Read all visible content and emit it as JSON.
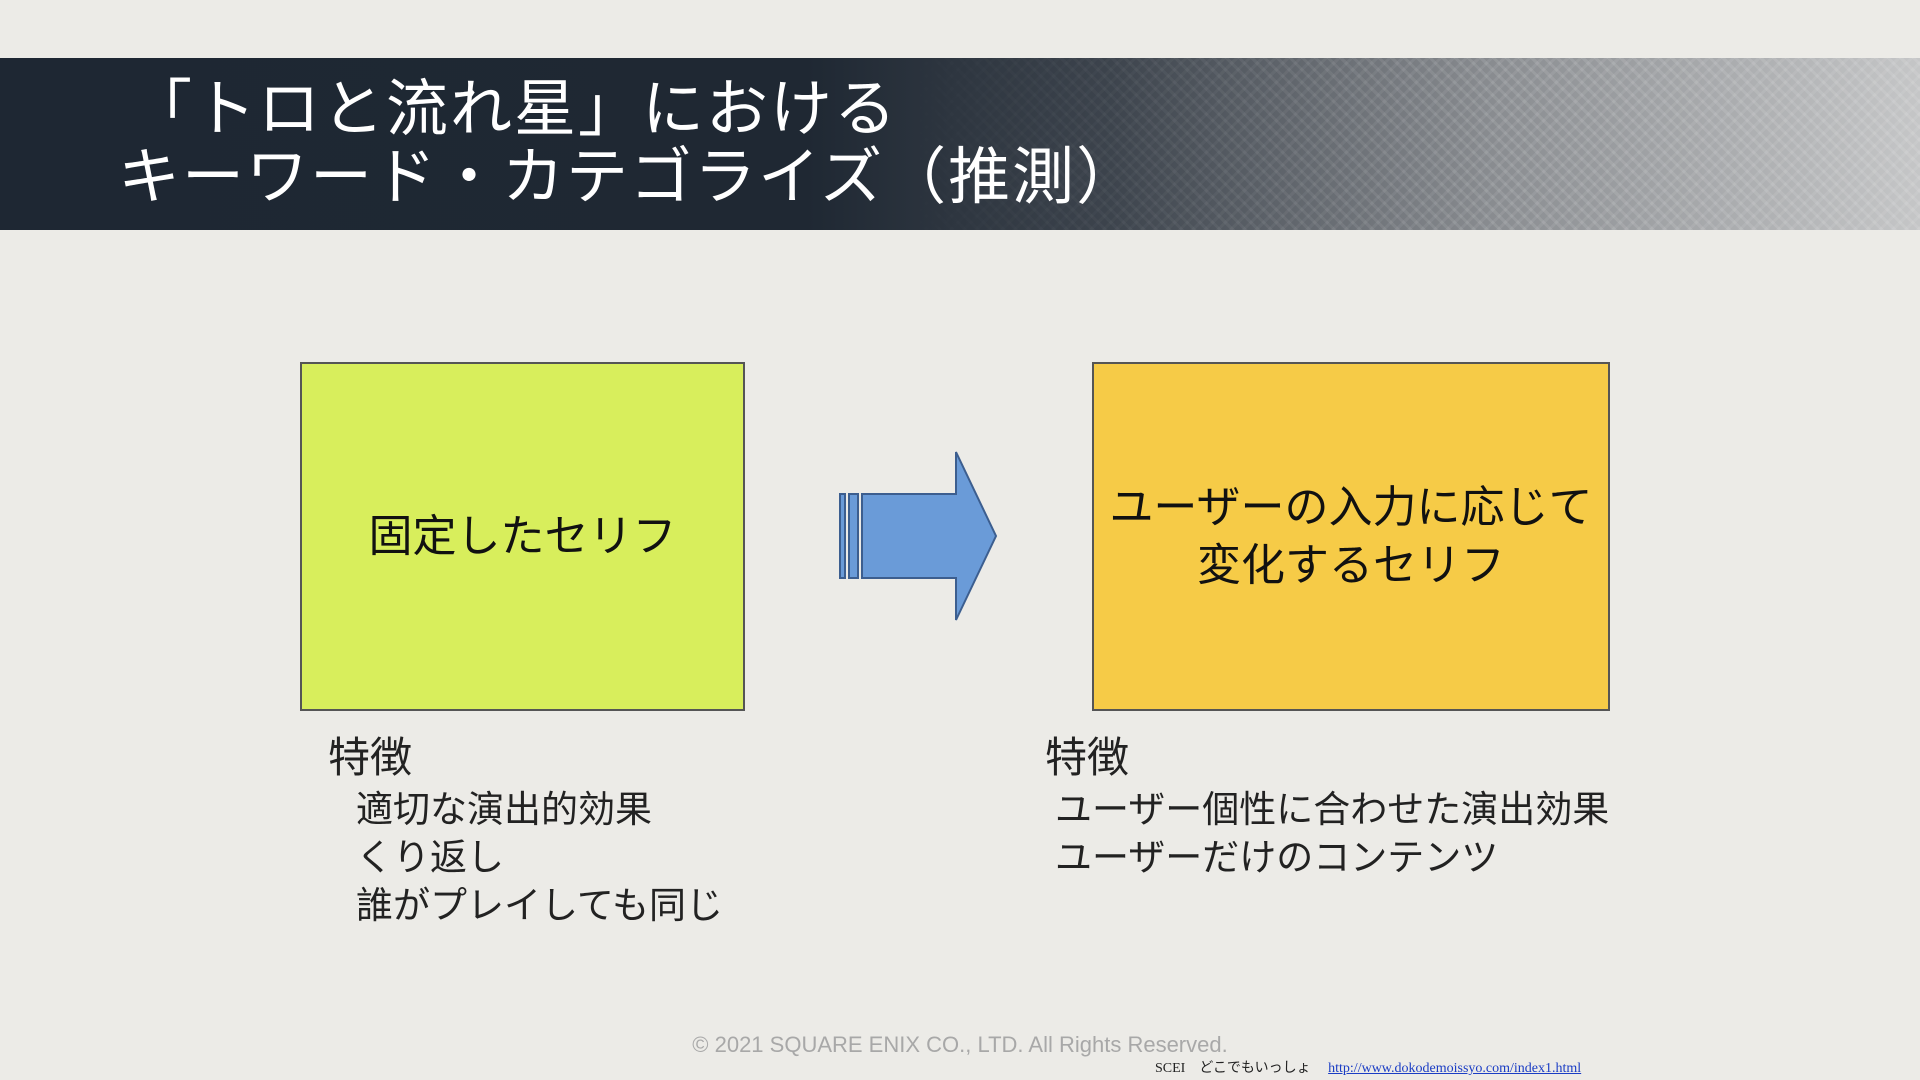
{
  "slide": {
    "title_line1": "「トロと流れ星」における",
    "title_line2": "キーワード・カテゴライズ（推測）",
    "left_box": {
      "label": "固定したセリフ",
      "color": "#d8ee5c"
    },
    "right_box": {
      "line1": "ユーザーの入力に応じて",
      "line2": "変化するセリフ",
      "color": "#f6cb47"
    },
    "arrow_icon": "right-arrow-icon",
    "left_features": {
      "title": "特徴",
      "items": [
        "適切な演出的効果",
        "くり返し",
        "誰がプレイしても同じ"
      ]
    },
    "right_features": {
      "title": "特徴",
      "items": [
        "ユーザー個性に合わせた演出効果",
        "ユーザーだけのコンテンツ"
      ]
    },
    "copyright": "© 2021 SQUARE ENIX CO., LTD. All Rights Reserved.",
    "source": {
      "label": "SCEI　どこでもいっしょ",
      "url": "http://www.dokodemoissyo.com/index1.html"
    }
  }
}
